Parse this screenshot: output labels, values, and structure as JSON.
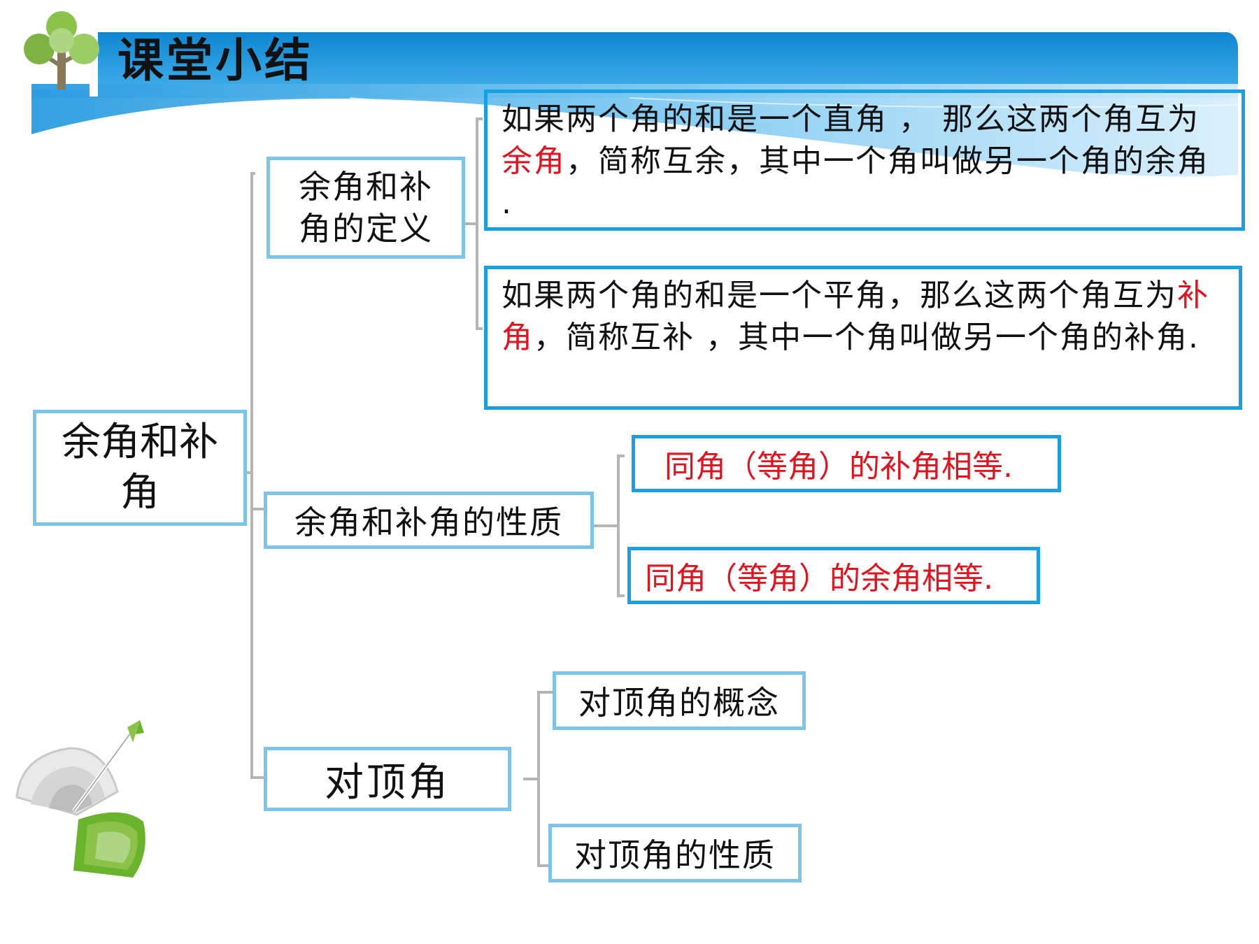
{
  "header": {
    "title": "课堂小结"
  },
  "root": {
    "line1": "余角和补",
    "line2": "角"
  },
  "branches": {
    "definition": {
      "line1": "余角和补",
      "line2": "角的定义"
    },
    "property": {
      "label": "余角和补角的性质"
    },
    "vertical": {
      "label": "对顶角"
    }
  },
  "definitions": {
    "complementary": {
      "pre": "如果两个角的和是一个直角 ， 那么这两个角互为",
      "term": "余角",
      "post": "，简称互余，其中一个角叫做另一个角的余角 ."
    },
    "supplementary": {
      "pre": "如果两个角的和是一个平角，那么这两个角互为",
      "term": "补角",
      "post": "，简称互补 ，其中一个角叫做另一个角的补角."
    }
  },
  "properties": {
    "p1": "同角（等角）的补角相等.",
    "p2": "同角（等角）的余角相等."
  },
  "vertical_angles": {
    "concept": "对顶角的概念",
    "property": "对顶角的性质"
  },
  "colors": {
    "banner_blue": "#2a9fe0",
    "box_border_light": "#7cc4ea",
    "box_border_strong": "#1aa0e2",
    "emphasis_red": "#e0141e",
    "tree_green": "#8bc34a",
    "connector_gray": "#b5b5b5"
  },
  "icons": [
    "tree-logo-icon",
    "target-arrow-icon"
  ]
}
